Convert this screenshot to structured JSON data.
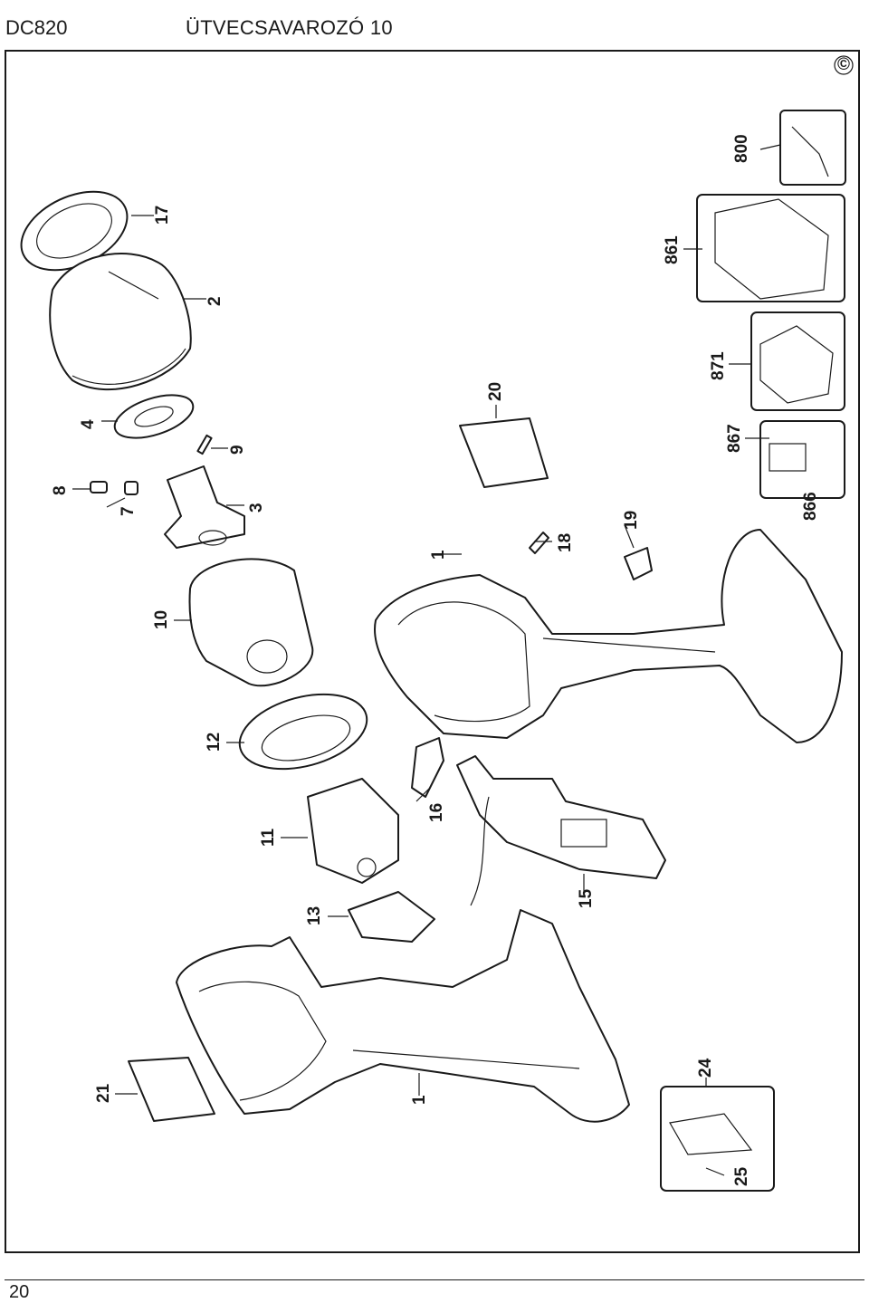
{
  "header": {
    "model": "DC820",
    "title": "ÜTVECSAVAROZÓ 10",
    "copyright_symbol": "©"
  },
  "page_number": "20",
  "part_labels": {
    "p800": "800",
    "p17": "17",
    "p861": "861",
    "p2": "2",
    "p871": "871",
    "p4": "4",
    "p20": "20",
    "p9": "9",
    "p867": "867",
    "p8": "8",
    "p7": "7",
    "p3": "3",
    "p866": "866",
    "p18": "18",
    "p19": "19",
    "p1_top": "1",
    "p10": "10",
    "p12": "12",
    "p16": "16",
    "p11": "11",
    "p15": "15",
    "p13": "13",
    "p24": "24",
    "p21": "21",
    "p1_bottom": "1",
    "p25": "25"
  }
}
